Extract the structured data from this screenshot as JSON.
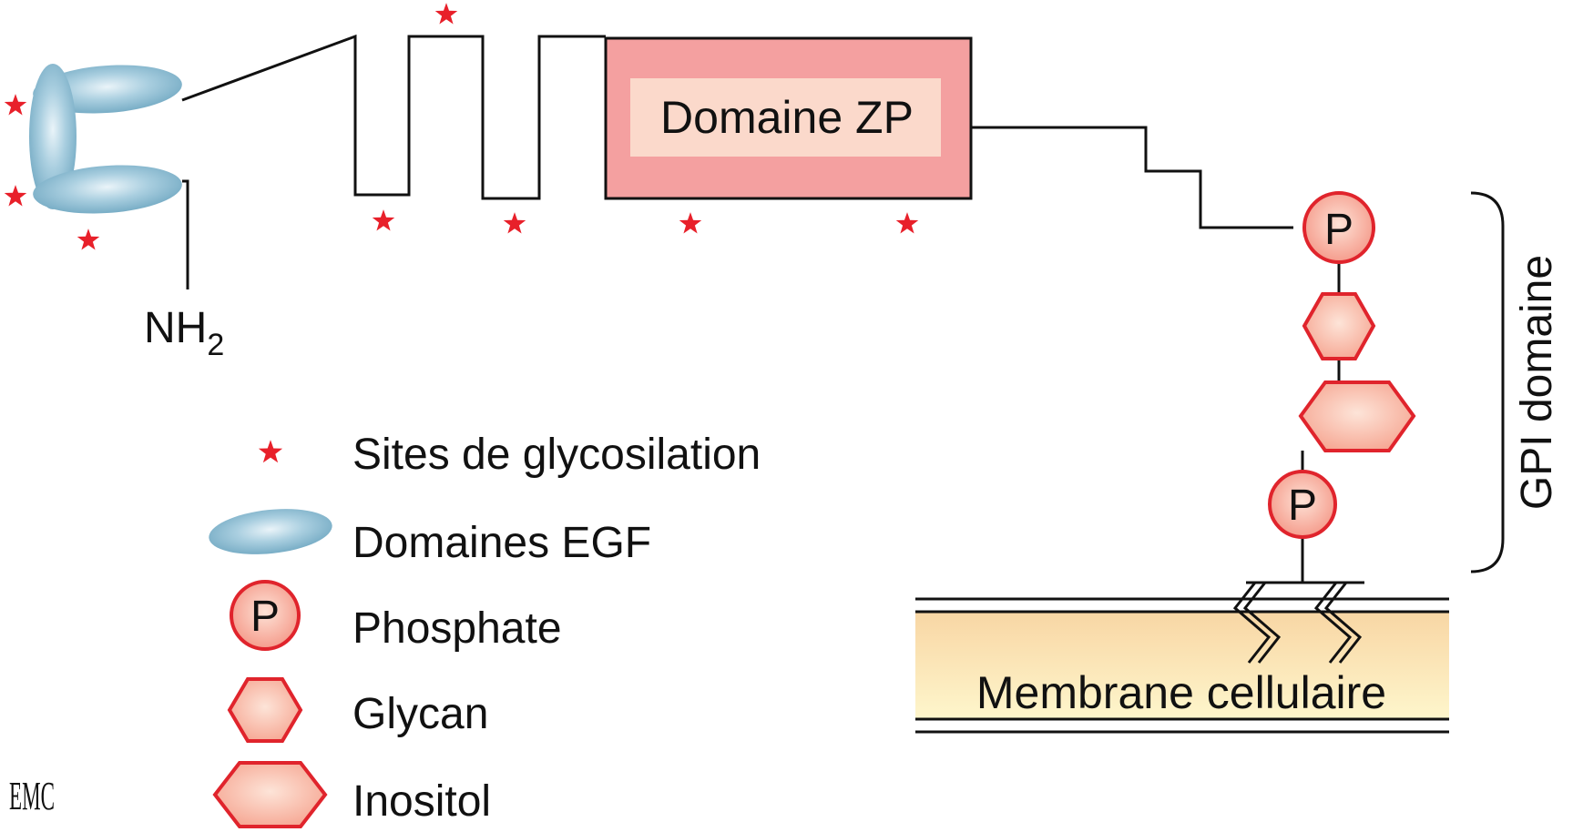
{
  "diagram": {
    "zp_domain_label": "Domaine ZP",
    "nh2_main": "NH",
    "nh2_sub": "2",
    "gpi_label": "GPI domaine",
    "membrane_label": "Membrane cellulaire",
    "phosphate_symbol": "P"
  },
  "legend": {
    "glycosylation": "Sites de glycosilation",
    "egf": "Domaines EGF",
    "phosphate": "Phosphate",
    "glycan": "Glycan",
    "inositol": "Inositol"
  },
  "logo_text": "EMC",
  "colors": {
    "star": "#e8202a",
    "egf_blue": "#7fb3cc",
    "zp_box": "#f4a0a0",
    "zp_inner": "#fbd9cb",
    "phosphate_fill": "#f7a99c",
    "glycan_fill": "#f9b8a6",
    "shape_outline": "#e0242c",
    "membrane_top": "#f8d9a8",
    "membrane_bottom": "#fdf3c8"
  },
  "icons": {
    "glycosylation": "star-icon",
    "egf": "ellipse-icon",
    "phosphate": "circle-p-icon",
    "glycan": "hexagon-icon",
    "inositol": "wide-hexagon-icon"
  }
}
